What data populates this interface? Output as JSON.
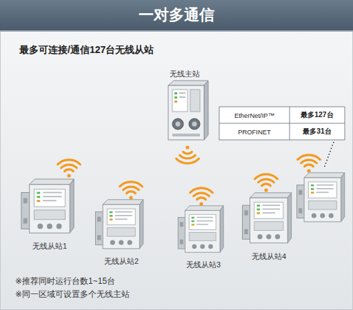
{
  "diagram": {
    "title": "一对多通信",
    "nodes": [
      {
        "text": [
          "无线主站"
        ]
      },
      {
        "text": [
          "无线从站1"
        ]
      },
      {
        "text": [
          "无线从站2"
        ]
      },
      {
        "text": [
          "无线从站3"
        ]
      },
      {
        "text": [
          "无线从站4"
        ]
      }
    ],
    "labels": [
      "最多可连接/通信127台无线从站",
      "EtherNet/IP™",
      "最多127台",
      "PROFINET",
      "最多31台",
      "※推荐同时运行台数1~15台",
      "※同一区域可设置多个无线主站"
    ]
  }
}
